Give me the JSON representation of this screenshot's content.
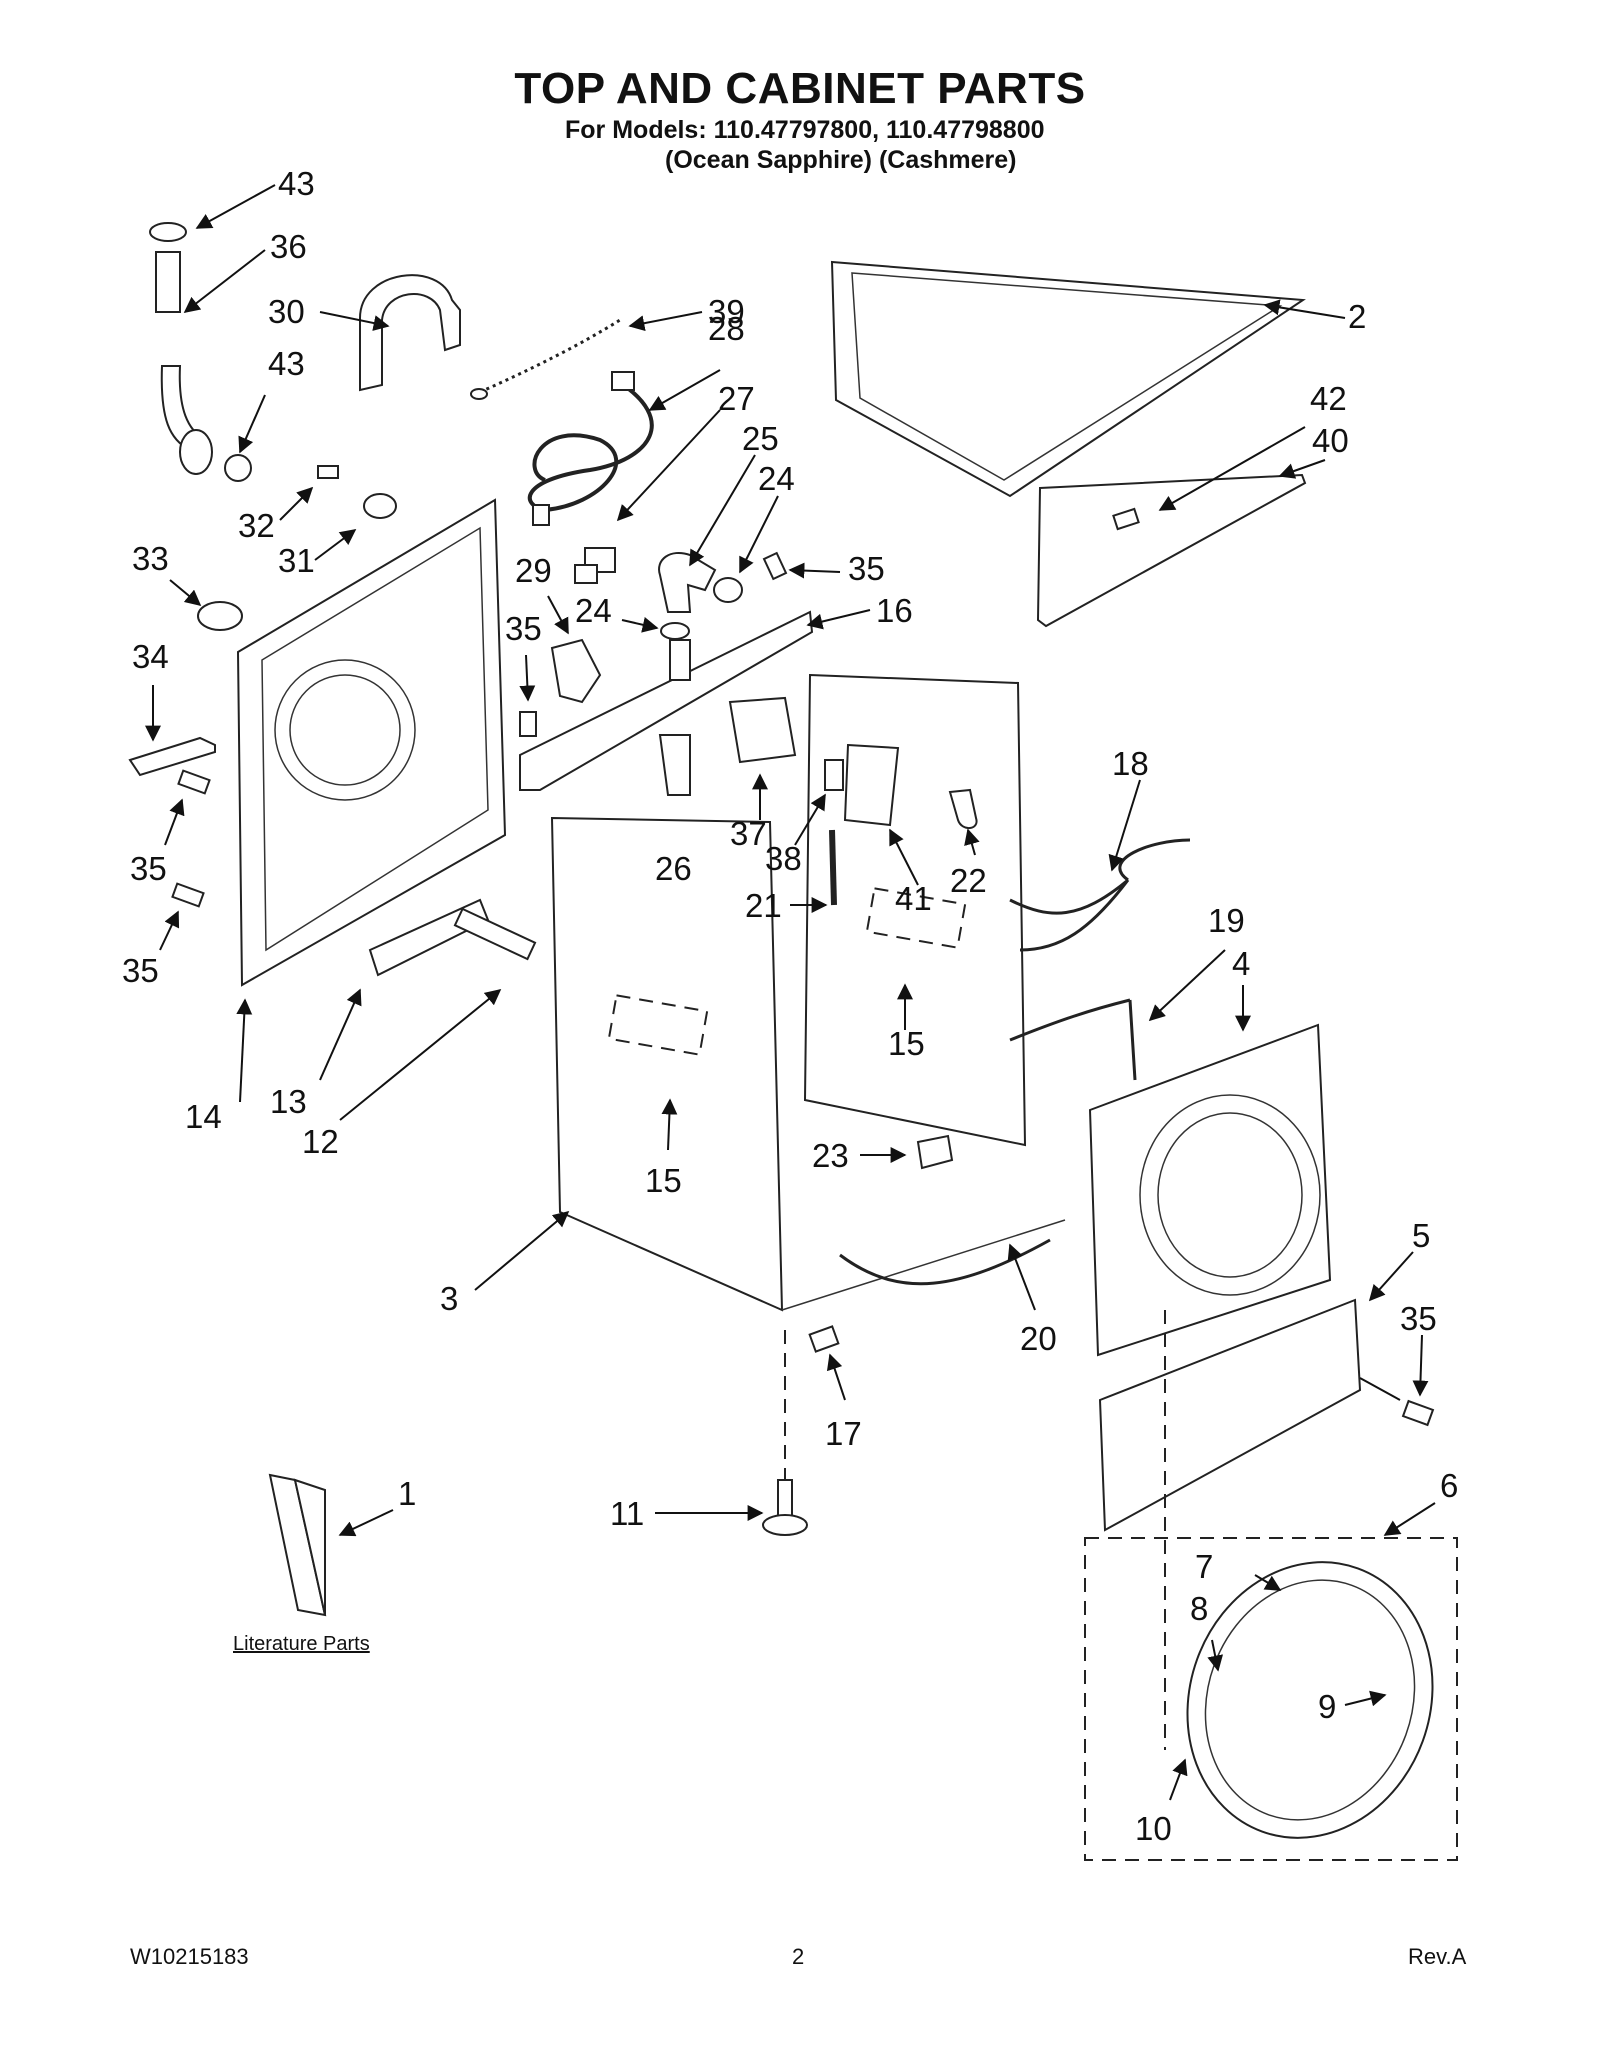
{
  "header": {
    "title": "TOP AND CABINET PARTS",
    "models_line": "For Models: 110.47797800, 110.47798800",
    "colors_line": "(Ocean Sapphire) (Cashmere)"
  },
  "footer": {
    "doc_number": "W10215183",
    "page_number": "2",
    "revision": "Rev.A"
  },
  "literature_label": "Literature Parts",
  "callouts": [
    "43",
    "36",
    "30",
    "39",
    "43",
    "28",
    "27",
    "25",
    "24",
    "35",
    "32",
    "31",
    "29",
    "24",
    "16",
    "33",
    "35",
    "34",
    "35",
    "35",
    "37",
    "26",
    "38",
    "41",
    "22",
    "21",
    "18",
    "19",
    "4",
    "14",
    "13",
    "12",
    "15",
    "15",
    "23",
    "3",
    "20",
    "5",
    "35",
    "17",
    "2",
    "42",
    "40",
    "1",
    "11",
    "6",
    "7",
    "8",
    "9",
    "10"
  ]
}
